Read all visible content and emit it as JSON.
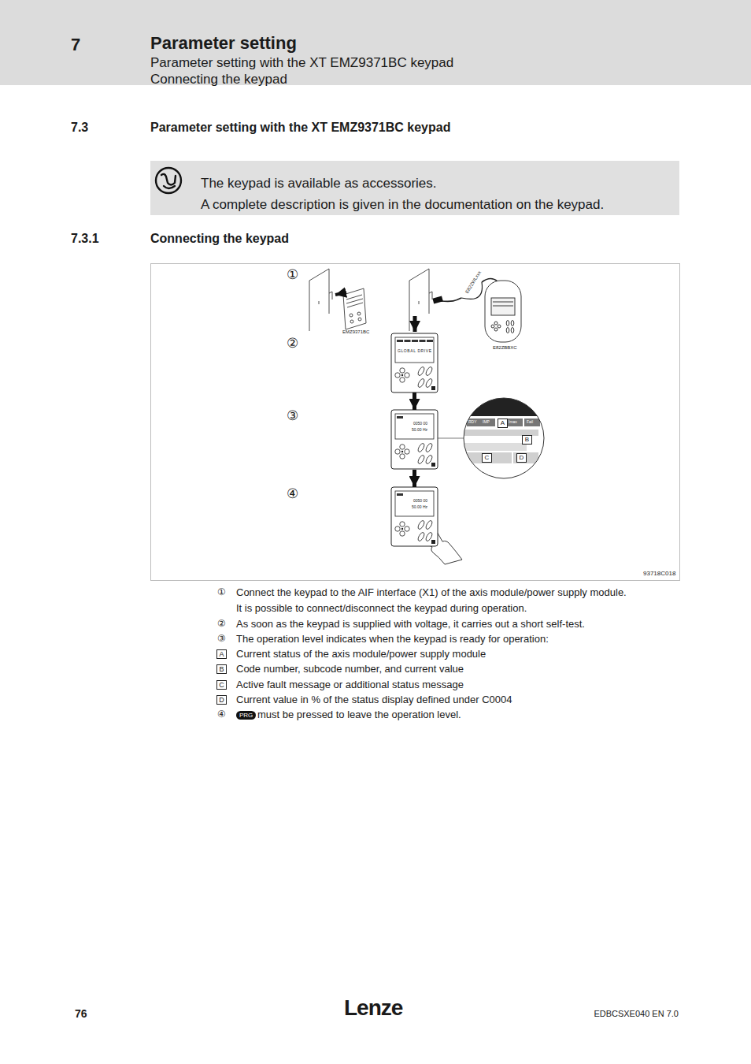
{
  "diagram": {
    "nodes": [
      {
        "text": [
          "7",
          "Parameter setting",
          "Parameter setting with the XT EMZ9371BC keypad",
          "Connecting the keypad"
        ]
      },
      {
        "text": [
          "The keypad is available as accessories.",
          "A complete description is given in the documentation on the keypad."
        ]
      },
      {
        "text": [
          "EMZ9371BC"
        ]
      },
      {
        "text": [
          "E82ZBBXC"
        ]
      },
      {
        "text": [
          "GLOBAL DRIVE"
        ]
      },
      {
        "text": [
          "0050 00",
          "50.00 Hz"
        ]
      },
      {
        "text": [
          "RDY",
          "IMP",
          "A",
          "Imax",
          "Fail",
          "B",
          "C",
          "D"
        ]
      },
      {
        "text": [
          "0050 00",
          "50.00 Hz"
        ]
      }
    ],
    "edges": [
      {
        "from": 4,
        "to": 5,
        "arrow": "to"
      },
      {
        "from": 5,
        "to": 6,
        "arrow": "none"
      },
      {
        "from": 5,
        "to": 7,
        "arrow": "to"
      }
    ],
    "labels": [
      "7.3",
      "Parameter setting with the XT EMZ9371BC keypad",
      "7.3.1",
      "Connecting the keypad",
      "①",
      "②",
      "③",
      "④",
      "E82ZWLxxx",
      "93718C018",
      "①",
      "Connect the keypad to the AIF interface (X1) of the axis module/power supply module.",
      "It is possible to connect/disconnect the keypad during operation.",
      "②",
      "As soon as the keypad is supplied with voltage, it carries out a short self-test.",
      "③",
      "The operation level indicates when the keypad is ready for operation:",
      "A",
      "Current status of the axis module/power supply module",
      "B",
      "Code number, subcode number, and current value",
      "C",
      "Active fault message or additional status message",
      "D",
      "Current value in % of the status display defined under C0004",
      "④",
      "PRG",
      "must be pressed to leave the operation level.",
      "76",
      "Lenze",
      "EDBCSXE040 EN 7.0"
    ]
  }
}
